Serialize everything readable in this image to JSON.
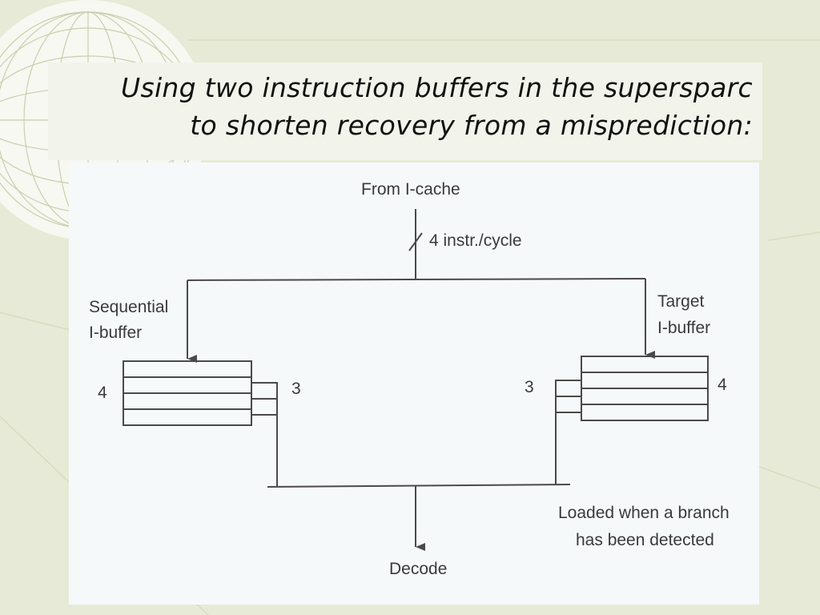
{
  "slide": {
    "title_line1": "Using two instruction buffers in the supersparc",
    "title_line2": "to shorten recovery from a misprediction:"
  },
  "diagram": {
    "source_label": "From I-cache",
    "bus_width_label": "4 instr./cycle",
    "sequential_buffer": {
      "label_line1": "Sequential",
      "label_line2": "I-buffer",
      "entries": "4",
      "outputs": "3"
    },
    "target_buffer": {
      "label_line1": "Target",
      "label_line2": "I-buffer",
      "entries": "4",
      "outputs": "3"
    },
    "note_line1": "Loaded when a branch",
    "note_line2": "has been detected",
    "destination_label": "Decode"
  },
  "colors": {
    "background": "#e6ead6",
    "diagram_bg": "#f6f9fa",
    "line": "#4a4a4a",
    "text": "#111111"
  }
}
